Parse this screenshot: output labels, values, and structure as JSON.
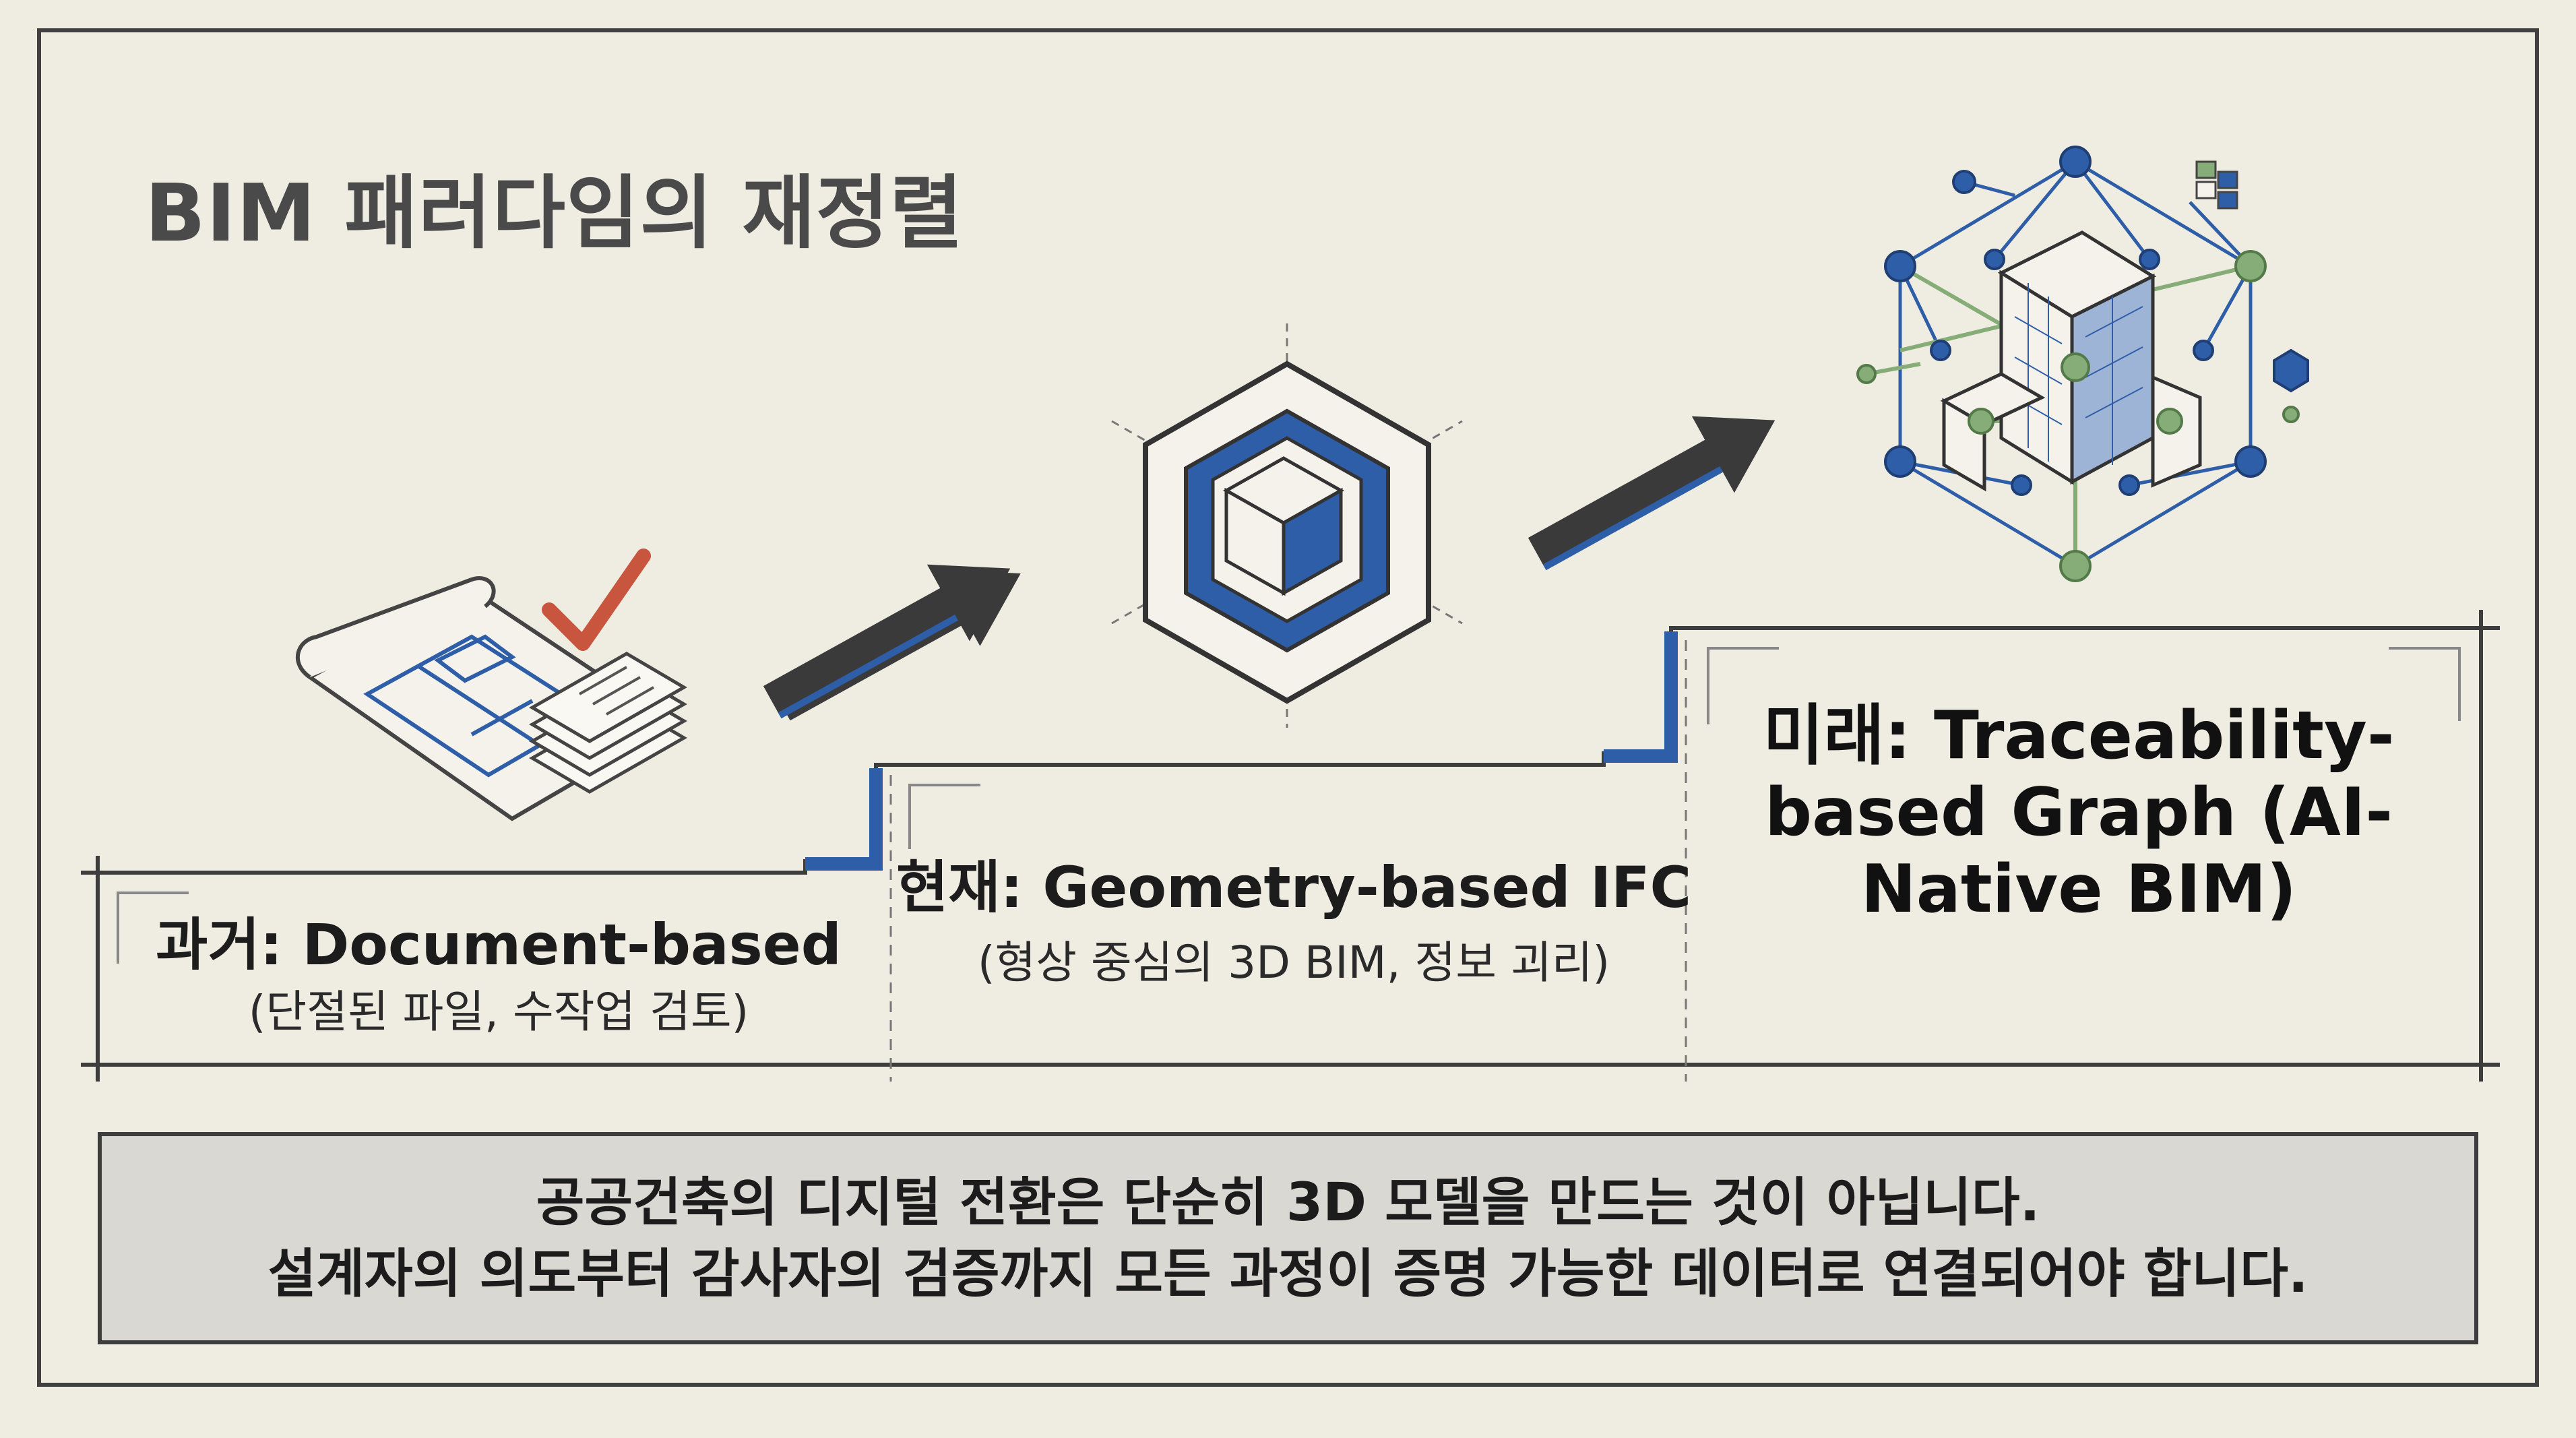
{
  "title": "BIM 패러다임의 재정렬",
  "stages": {
    "past": {
      "title": "과거: Document-based",
      "subtitle": "(단절된 파일, 수작업 검토)"
    },
    "present": {
      "title": "현재: Geometry-based IFC",
      "subtitle": "(형상 중심의 3D BIM, 정보 괴리)"
    },
    "future": {
      "title": "미래: Traceability-based Graph (AI-Native BIM)"
    }
  },
  "message": {
    "line1": "공공건축의 디지털 전환은 단순히 3D 모델을 만드는 것이 아닙니다.",
    "line2": "설계자의 의도부터 감사자의 검증까지 모든 과정이 증명 가능한 데이터로 연결되어야 합니다."
  },
  "icons": {
    "past": "blueprint-with-documents-icon",
    "present": "ifc-cube-icon",
    "future": "knowledge-graph-building-icon",
    "arrow": "arrow-up-right-icon",
    "check": "check-mark-icon"
  },
  "colors": {
    "background": "#efede2",
    "blue": "#2f5ea8",
    "dark": "#3a3a3a",
    "green": "#86ad78",
    "check": "#c8553d",
    "message_box": "#d9d8d2"
  }
}
